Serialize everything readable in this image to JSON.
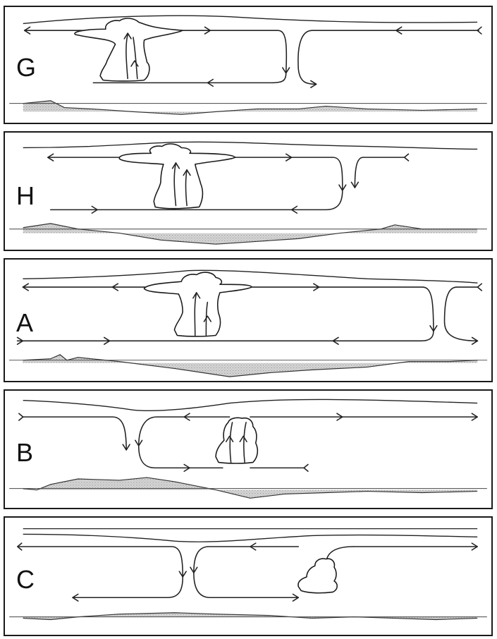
{
  "panels": [
    {
      "id": "G",
      "label": "G"
    },
    {
      "id": "H",
      "label": "H"
    },
    {
      "id": "A",
      "label": "A"
    },
    {
      "id": "B",
      "label": "B"
    },
    {
      "id": "C",
      "label": "C"
    }
  ],
  "colors": {
    "line": "#222222",
    "frame": "#1a1a1a",
    "shading": "#bdbdbd"
  },
  "icons": {
    "flow": "arrow-line",
    "cloud": "cumulonimbus-cloud"
  }
}
